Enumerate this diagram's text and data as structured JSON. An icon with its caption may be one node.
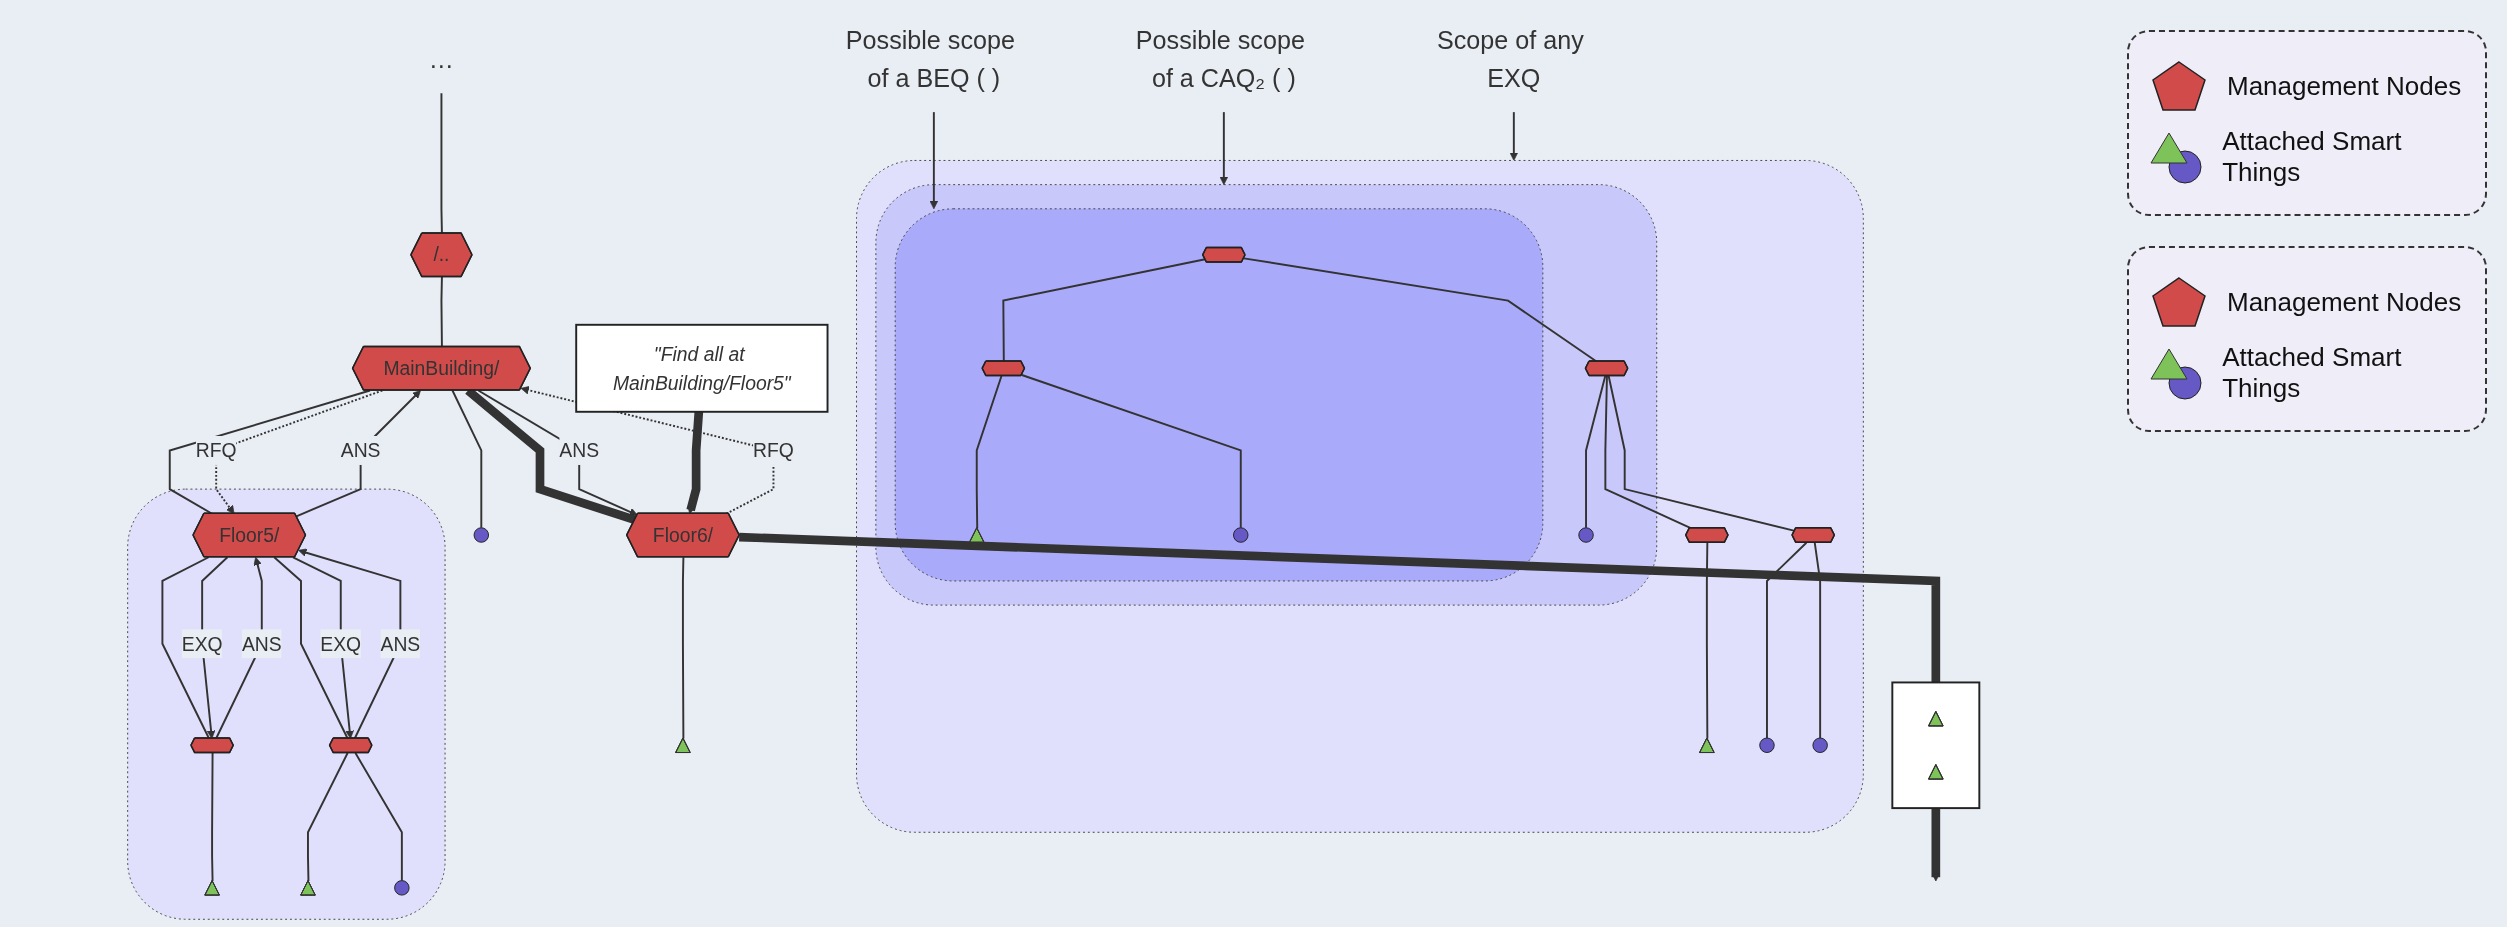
{
  "diagram": {
    "nodes": [
      {
        "text": [
          "Possible scope of a BEQ ( )"
        ]
      },
      {
        "text": [
          "Possible scope of a CAQ₂ ( )"
        ]
      },
      {
        "text": [
          "Scope of any EXQ"
        ]
      },
      {
        "text": [],
        "shape": "area"
      },
      {
        "text": [],
        "shape": "area",
        "in": 3
      },
      {
        "text": [],
        "shape": "area",
        "in": 4
      },
      {
        "text": [],
        "shape": "pentagon",
        "in": 5
      },
      {
        "text": [],
        "shape": "pentagon",
        "in": 5
      },
      {
        "text": [],
        "shape": "triangle",
        "in": 5
      },
      {
        "text": [],
        "shape": "circle",
        "in": 5
      },
      {
        "text": [],
        "shape": "pentagon",
        "in": 4
      },
      {
        "text": [],
        "shape": "circle",
        "in": 4
      },
      {
        "text": [],
        "shape": "pentagon",
        "in": 3
      },
      {
        "text": [],
        "shape": "triangle",
        "in": 3
      },
      {
        "text": [],
        "shape": "pentagon",
        "in": 3
      },
      {
        "text": [],
        "shape": "circle",
        "in": 3
      },
      {
        "text": [],
        "shape": "circle",
        "in": 3
      },
      {
        "text": [
          "…"
        ]
      },
      {
        "text": [
          "/.."
        ]
      },
      {
        "text": [
          "MainBuilding/"
        ]
      },
      {
        "text": [],
        "shape": "circle"
      },
      {
        "text": [],
        "shape": "area"
      },
      {
        "text": [
          "Floor5/"
        ],
        "in": 21
      },
      {
        "text": [],
        "shape": "pentagon",
        "in": 21
      },
      {
        "text": [],
        "shape": "triangle",
        "in": 21
      },
      {
        "text": [],
        "shape": "pentagon",
        "in": 21
      },
      {
        "text": [],
        "shape": "triangle",
        "in": 21
      },
      {
        "text": [],
        "shape": "circle",
        "in": 21
      },
      {
        "text": [
          "Floor6/"
        ]
      },
      {
        "text": [],
        "shape": "triangle"
      },
      {
        "text": [
          "\"Find all at MainBuilding/Floor5\""
        ]
      },
      {
        "text": [],
        "shape": "box"
      },
      {
        "text": [],
        "shape": "triangle",
        "in": 31
      },
      {
        "text": [],
        "shape": "triangle",
        "in": 31
      }
    ],
    "edges": [
      {
        "from": 0,
        "to": 5,
        "arrow": "to"
      },
      {
        "from": 1,
        "to": 4,
        "arrow": "to"
      },
      {
        "from": 2,
        "to": 3,
        "arrow": "to"
      },
      {
        "from": 6,
        "to": 10,
        "arrow": "none"
      },
      {
        "from": 6,
        "to": 7,
        "arrow": "none"
      },
      {
        "from": 7,
        "to": 8,
        "arrow": "none"
      },
      {
        "from": 7,
        "to": 9,
        "arrow": "none"
      },
      {
        "from": 10,
        "to": 11,
        "arrow": "none"
      },
      {
        "from": 10,
        "to": 12,
        "arrow": "none"
      },
      {
        "from": 10,
        "to": 14,
        "arrow": "none"
      },
      {
        "from": 12,
        "to": 13,
        "arrow": "none"
      },
      {
        "from": 14,
        "to": 15,
        "arrow": "none"
      },
      {
        "from": 14,
        "to": 16,
        "arrow": "none"
      },
      {
        "from": 17,
        "to": 18,
        "arrow": "none"
      },
      {
        "from": 18,
        "to": 19,
        "arrow": "none"
      },
      {
        "from": 19,
        "to": 20,
        "arrow": "none"
      },
      {
        "from": 19,
        "to": 22,
        "arrow": "none"
      },
      {
        "from": 22,
        "to": 19,
        "arrow": "to",
        "label": "ANS"
      },
      {
        "from": 19,
        "to": 22,
        "arrow": "to",
        "label": "RFQ",
        "style": "dashed"
      },
      {
        "from": 19,
        "to": 28,
        "arrow": "none",
        "style": "thick"
      },
      {
        "from": 19,
        "to": 28,
        "arrow": "to",
        "label": "ANS"
      },
      {
        "from": 28,
        "to": 19,
        "arrow": "to",
        "label": "RFQ",
        "style": "dashed"
      },
      {
        "from": 22,
        "to": 23,
        "arrow": "none"
      },
      {
        "from": 23,
        "to": 22,
        "arrow": "to",
        "label": "ANS"
      },
      {
        "from": 22,
        "to": 23,
        "arrow": "to",
        "label": "EXQ"
      },
      {
        "from": 22,
        "to": 25,
        "arrow": "none"
      },
      {
        "from": 25,
        "to": 22,
        "arrow": "to",
        "label": "ANS"
      },
      {
        "from": 22,
        "to": 25,
        "arrow": "to",
        "label": "EXQ"
      },
      {
        "from": 23,
        "to": 24,
        "arrow": "none"
      },
      {
        "from": 25,
        "to": 26,
        "arrow": "none"
      },
      {
        "from": 25,
        "to": 27,
        "arrow": "none"
      },
      {
        "from": 28,
        "to": 29,
        "arrow": "none"
      },
      {
        "from": 30,
        "to": 28,
        "arrow": "to",
        "style": "thick"
      },
      {
        "from": 28,
        "to": 31,
        "arrow": "none",
        "style": "thick"
      },
      {
        "from": 31,
        "to": null,
        "arrow": "to",
        "style": "thick"
      }
    ],
    "legend": [
      {
        "text": "Management Nodes"
      },
      {
        "text": "Attached Smart Things"
      },
      {
        "text": "Management Nodes"
      },
      {
        "text": "Attached Smart Things"
      }
    ]
  }
}
